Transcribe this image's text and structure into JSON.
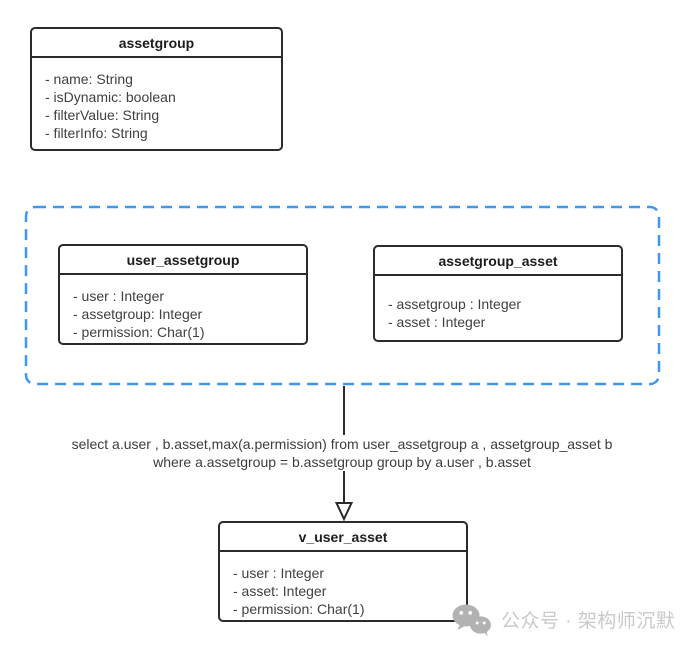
{
  "colors": {
    "box_border": "#2b2b2b",
    "title_text": "#1c1c1c",
    "field_text": "#404040",
    "dashed_border": "#3e97f0",
    "arrow": "#2b2b2b",
    "sql_text": "#3d3d3d",
    "watermark_text": "#c9c9c9",
    "watermark_icon": "#b2b2b2"
  },
  "classes": {
    "assetgroup": {
      "title": "assetgroup",
      "fields": [
        "- name: String",
        "- isDynamic: boolean",
        "- filterValue: String",
        "- filterInfo: String"
      ]
    },
    "user_assetgroup": {
      "title": "user_assetgroup",
      "fields": [
        "- user : Integer",
        "- assetgroup: Integer",
        "- permission: Char(1)"
      ]
    },
    "assetgroup_asset": {
      "title": "assetgroup_asset",
      "fields": [
        "- assetgroup : Integer",
        "- asset : Integer"
      ]
    },
    "v_user_asset": {
      "title": "v_user_asset",
      "fields": [
        "- user : Integer",
        "- asset: Integer",
        "- permission: Char(1)"
      ]
    }
  },
  "sql_annotation": {
    "line1": "select a.user , b.asset,max(a.permission) from user_assetgroup a , assetgroup_asset b",
    "line2": "where a.assetgroup = b.assetgroup group by a.user , b.asset"
  },
  "watermark": {
    "icon": "wechat-icon",
    "text": "公众号 · 架构师沉默"
  }
}
